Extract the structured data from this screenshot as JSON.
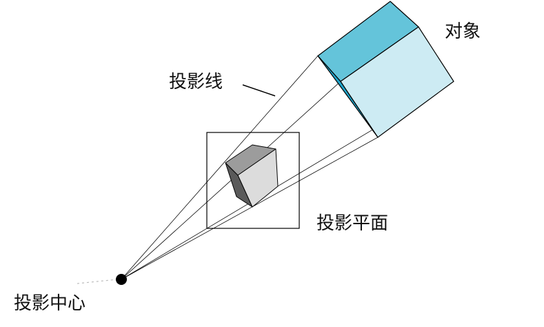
{
  "labels": {
    "object": "对象",
    "projection_line": "投影线",
    "projection_plane": "投影平面",
    "projection_center": "投影中心"
  },
  "colors": {
    "object_top": "#64c4da",
    "object_front": "#cdebf3",
    "object_left": "#1ea2c8",
    "image_top": "#9c9c9c",
    "image_front": "#dcdcdc",
    "image_left": "#5a5a5a",
    "line": "#000000"
  }
}
